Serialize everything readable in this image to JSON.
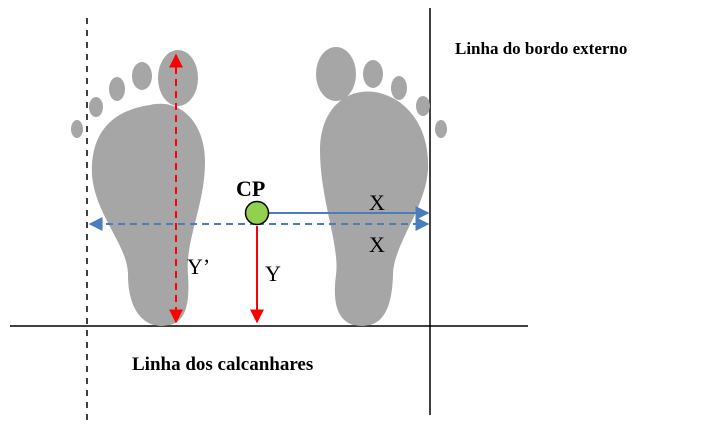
{
  "labels": {
    "outer_edge_line": "Linha do bordo externo",
    "heel_line": "Linha dos calcanhares",
    "cp": "CP",
    "x_upper": "X",
    "x_lower": "X",
    "y": "Y",
    "y_prime": "Y’"
  },
  "colors": {
    "foot": "#a6a6a6",
    "cp_point_fill": "#92d050",
    "red_arrow": "#ff0000",
    "blue_arrow": "#4a7ebb",
    "line": "#000000"
  }
}
